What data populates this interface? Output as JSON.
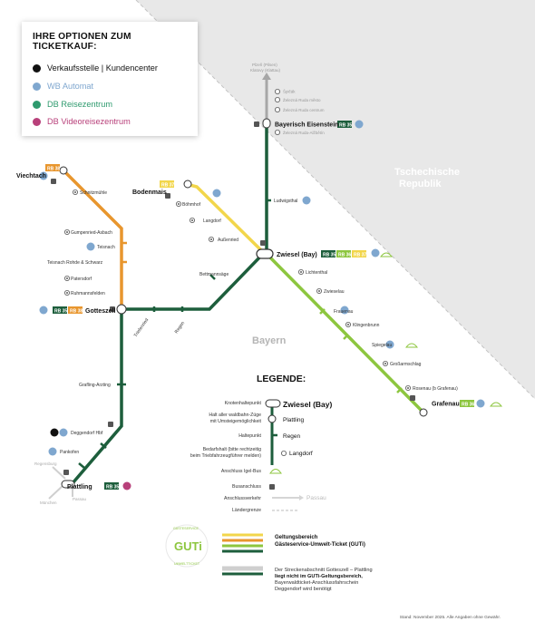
{
  "options": {
    "title": "IHRE OPTIONEN ZUM TICKETKAUF:",
    "items": [
      {
        "label": "Verkaufsstelle | Kundencenter",
        "color": "#111111"
      },
      {
        "label": "WB Automat",
        "color": "#7fa7cf"
      },
      {
        "label": "DB Reisezentrum",
        "color": "#2e9a6e"
      },
      {
        "label": "DB Videoreisezentrum",
        "color": "#b8407a"
      }
    ]
  },
  "regions": {
    "czech_line1": "Tschechische",
    "czech_line2": "Republik",
    "bavaria": "Bayern"
  },
  "lines": {
    "rb35": "RB 35",
    "rb36": "RB 36",
    "rb37": "RB 37",
    "rb38": "RB 38",
    "rb39": "RB 39"
  },
  "stations": {
    "plzen": "Plzeň (Pilsen)",
    "klatovy": "Klatovy (Klattau)",
    "spicak": "Špičák",
    "zelezna_metro": "Železná Ruda město",
    "zelezna_centrum": "Železná Ruda centrum",
    "eisenstein": "Bayerisch Eisenstein",
    "zelezna_alzbetin": "Železná Ruda-Alžbětín",
    "ludwigsthal": "Ludwigsthal",
    "bodenmais": "Bodenmais",
    "bohmhof": "Böhmhof",
    "langdorf": "Langdorf",
    "aussenried": "Außenried",
    "zwiesel": "Zwiesel (Bay)",
    "lichtenthal": "Lichtenthal",
    "zwieselau": "Zwieselau",
    "frauenau": "Frauenau",
    "klingenbrunn": "Klingenbrunn",
    "spiegelau": "Spiegelau",
    "grossarmschlag": "Großarmschlag",
    "rosenau": "Rosenau (b Grafenau)",
    "grafenau": "Grafenau",
    "viechtach": "Viechtach",
    "schnitzmuhle": "Schnitzmühle",
    "gumpenried": "Gumpenried-Asbach",
    "teisnach": "Teisnach",
    "teisnach_rohde": "Teisnach Rohde & Schwarz",
    "patersdorf": "Patersdorf",
    "ruhmannsfelden": "Ruhmannsfelden",
    "gotteszell": "Gotteszell",
    "bettmannsage": "Bettmannsäge",
    "triefenried": "Triefenried",
    "regen": "Regen",
    "grafling": "Grafling-Arzting",
    "deggendorf": "Deggendorf Hbf",
    "pankofen": "Pankofen",
    "plattling": "Plattling",
    "regensburg": "Regensburg",
    "munchen": "München",
    "passau": "Passau"
  },
  "legend": {
    "title": "LEGENDE:",
    "knoten_label": "Knotenhaltepunkt",
    "knoten_example": "Zwiesel (Bay)",
    "halt_all_1": "Halt aller waldbahn-Züge",
    "halt_all_2": "mit Umsteigemöglichkeit",
    "halt_all_example": "Plattling",
    "halt_label": "Haltepunkt",
    "halt_example": "Regen",
    "bedarf_1": "Bedarfshalt (bitte rechtzeitig",
    "bedarf_2": "beim Triebfahrzeugführer melden)",
    "bedarf_example": "Langdorf",
    "igelbus": "Anschluss Igel-Bus",
    "bus": "Busanschluss",
    "anschluss": "Anschlussverkehr",
    "anschluss_example": "Passau",
    "grenze": "Ländergrenze"
  },
  "guti": {
    "logo": "GUTi",
    "ring_top": "GÄSTESERVICE",
    "ring_bottom": "UMWELTTICKET",
    "title1": "Geltungsbereich",
    "title2": "Gästeservice-Umwelt-Ticket (GUTi)",
    "note1": "Der Streckenabschnitt Gotteszell – Plattling",
    "note2": "liegt nicht im GUTi-Geltungsbereich,",
    "note3": "Bayerwaldticket-Anschlussfahrschein",
    "note4": "Deggendorf wird benötigt"
  },
  "footer": "Stand: November 2025. Alle Angaben ohne Gewähr.",
  "colors": {
    "dark_green": "#1d5e3c",
    "light_green": "#8dc63f",
    "orange": "#e8962e",
    "yellow": "#f2d64b",
    "grey_line": "#a7a7a7",
    "wb_blue": "#7fa7cf",
    "czech_grey": "#e8e8e8"
  }
}
